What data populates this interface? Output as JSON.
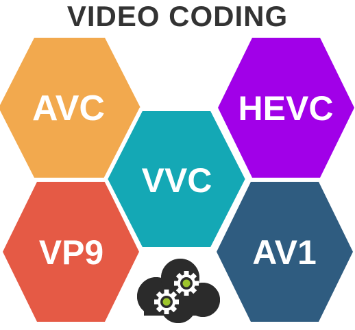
{
  "title": "VIDEO CODING",
  "colors": {
    "title": "#333333",
    "avc": "#F2A94E",
    "hevc": "#A100E8",
    "vvc": "#14A8B5",
    "vp9": "#E55A45",
    "av1": "#2F5C80",
    "cloud": "#2B2B2B",
    "gear": "#9DC52B"
  },
  "hexagons": {
    "avc": {
      "label": "AVC"
    },
    "hevc": {
      "label": "HEVC"
    },
    "vvc": {
      "label": "VVC"
    },
    "vp9": {
      "label": "VP9"
    },
    "av1": {
      "label": "AV1"
    }
  },
  "icons": {
    "cloud": "cloud-icon",
    "gear": "gear-icon"
  }
}
